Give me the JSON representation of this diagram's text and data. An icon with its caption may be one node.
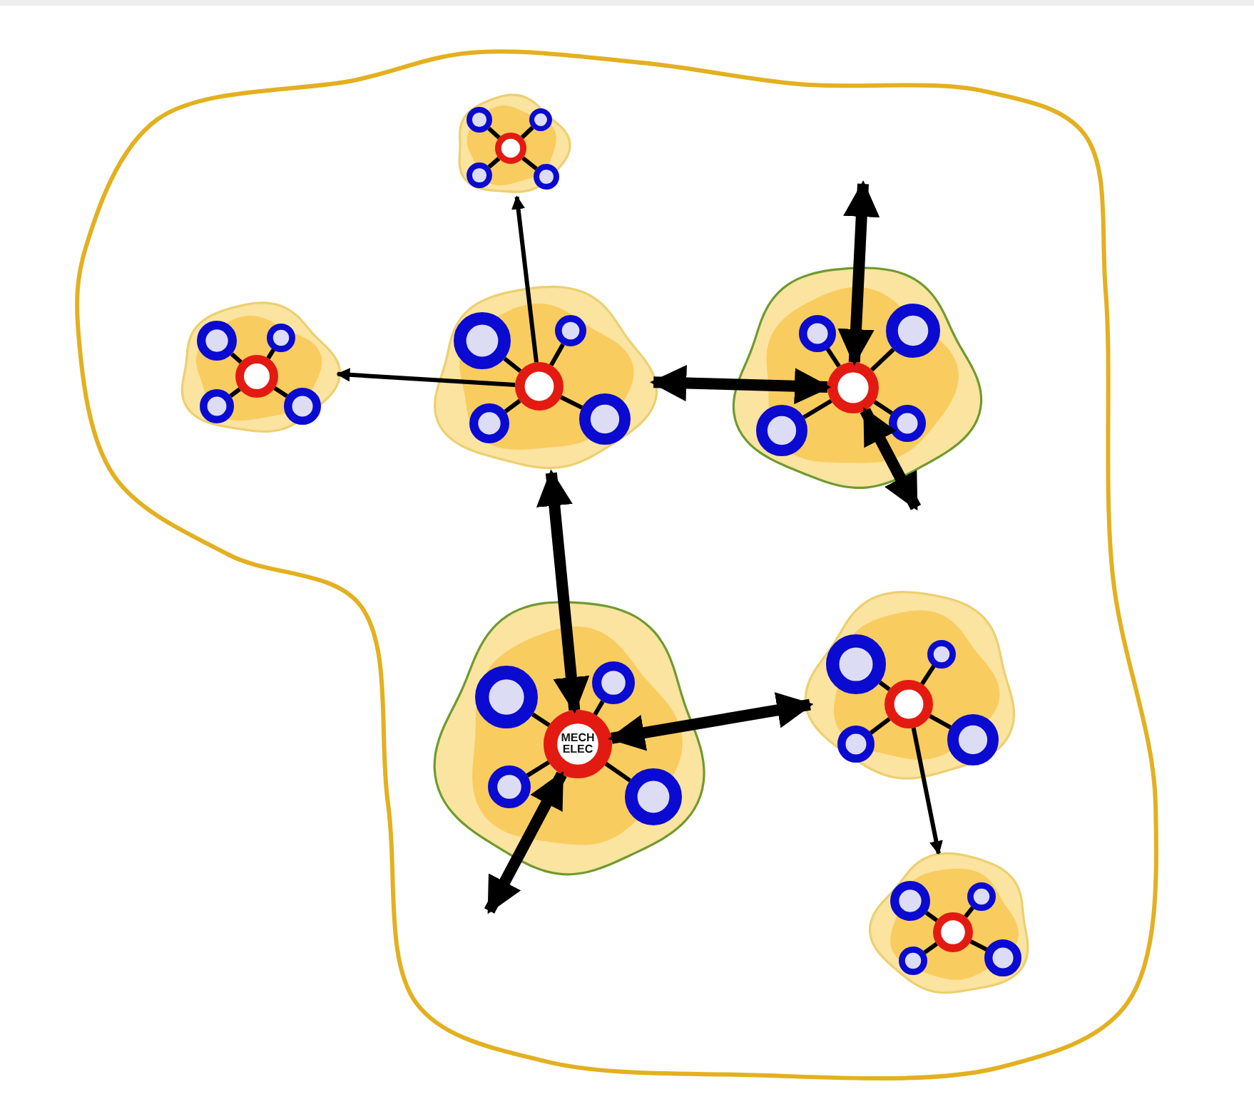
{
  "diagram": {
    "nodes": [
      {
        "text": [],
        "shape": "cloud"
      },
      {
        "text": [],
        "shape": "cloud",
        "in": 0
      },
      {
        "text": [],
        "shape": "circle",
        "in": 1
      },
      {
        "text": [],
        "shape": "circle",
        "in": 1
      },
      {
        "text": [],
        "shape": "circle",
        "in": 1
      },
      {
        "text": [],
        "shape": "circle",
        "in": 1
      },
      {
        "text": [],
        "shape": "circle",
        "in": 1
      },
      {
        "text": [],
        "shape": "cloud",
        "in": 0
      },
      {
        "text": [],
        "shape": "circle",
        "in": 7
      },
      {
        "text": [],
        "shape": "circle",
        "in": 7
      },
      {
        "text": [],
        "shape": "circle",
        "in": 7
      },
      {
        "text": [],
        "shape": "circle",
        "in": 7
      },
      {
        "text": [],
        "shape": "circle",
        "in": 7
      },
      {
        "text": [],
        "shape": "cloud",
        "in": 0
      },
      {
        "text": [],
        "shape": "circle",
        "in": 13
      },
      {
        "text": [],
        "shape": "circle",
        "in": 13
      },
      {
        "text": [],
        "shape": "circle",
        "in": 13
      },
      {
        "text": [],
        "shape": "circle",
        "in": 13
      },
      {
        "text": [],
        "shape": "circle",
        "in": 13
      },
      {
        "text": [],
        "shape": "cloud",
        "in": 0
      },
      {
        "text": [],
        "shape": "circle",
        "in": 19
      },
      {
        "text": [],
        "shape": "circle",
        "in": 19
      },
      {
        "text": [],
        "shape": "circle",
        "in": 19
      },
      {
        "text": [],
        "shape": "circle",
        "in": 19
      },
      {
        "text": [],
        "shape": "circle",
        "in": 19
      },
      {
        "text": [],
        "shape": "cloud",
        "in": 0
      },
      {
        "text": [
          "MECH ELEC"
        ],
        "in": 25
      },
      {
        "text": [],
        "shape": "circle",
        "in": 25
      },
      {
        "text": [],
        "shape": "circle",
        "in": 25
      },
      {
        "text": [],
        "shape": "circle",
        "in": 25
      },
      {
        "text": [],
        "shape": "circle",
        "in": 25
      },
      {
        "text": [],
        "shape": "cloud",
        "in": 0
      },
      {
        "text": [],
        "shape": "circle",
        "in": 31
      },
      {
        "text": [],
        "shape": "circle",
        "in": 31
      },
      {
        "text": [],
        "shape": "circle",
        "in": 31
      },
      {
        "text": [],
        "shape": "circle",
        "in": 31
      },
      {
        "text": [],
        "shape": "circle",
        "in": 31
      },
      {
        "text": [],
        "shape": "cloud",
        "in": 0
      },
      {
        "text": [],
        "shape": "circle",
        "in": 37
      },
      {
        "text": [],
        "shape": "circle",
        "in": 37
      },
      {
        "text": [],
        "shape": "circle",
        "in": 37
      },
      {
        "text": [],
        "shape": "circle",
        "in": 37
      },
      {
        "text": [],
        "shape": "circle",
        "in": 37
      }
    ],
    "edges": [
      {
        "from": 14,
        "to": 1,
        "arrow": "to"
      },
      {
        "from": 14,
        "to": 7,
        "arrow": "to"
      },
      {
        "from": 20,
        "to": 13,
        "arrow": "both",
        "style": "thick"
      },
      {
        "from": 20,
        "to": null,
        "arrow": "both",
        "style": "thick"
      },
      {
        "from": 20,
        "to": null,
        "arrow": "both",
        "style": "thick"
      },
      {
        "from": 26,
        "to": 13,
        "arrow": "both",
        "style": "thick"
      },
      {
        "from": 26,
        "to": 31,
        "arrow": "both",
        "style": "thick"
      },
      {
        "from": 26,
        "to": null,
        "arrow": "both",
        "style": "thick"
      },
      {
        "from": 32,
        "to": 37,
        "arrow": "to"
      },
      {
        "from": 2,
        "to": 3,
        "arrow": "none"
      },
      {
        "from": 2,
        "to": 4,
        "arrow": "none"
      },
      {
        "from": 2,
        "to": 5,
        "arrow": "none"
      },
      {
        "from": 2,
        "to": 6,
        "arrow": "none"
      },
      {
        "from": 8,
        "to": 9,
        "arrow": "none"
      },
      {
        "from": 8,
        "to": 10,
        "arrow": "none"
      },
      {
        "from": 8,
        "to": 11,
        "arrow": "none"
      },
      {
        "from": 8,
        "to": 12,
        "arrow": "none"
      },
      {
        "from": 14,
        "to": 15,
        "arrow": "none"
      },
      {
        "from": 14,
        "to": 16,
        "arrow": "none"
      },
      {
        "from": 14,
        "to": 17,
        "arrow": "none"
      },
      {
        "from": 14,
        "to": 18,
        "arrow": "none"
      },
      {
        "from": 20,
        "to": 21,
        "arrow": "none"
      },
      {
        "from": 20,
        "to": 22,
        "arrow": "none"
      },
      {
        "from": 20,
        "to": 23,
        "arrow": "none"
      },
      {
        "from": 20,
        "to": 24,
        "arrow": "none"
      },
      {
        "from": 26,
        "to": 27,
        "arrow": "none"
      },
      {
        "from": 26,
        "to": 28,
        "arrow": "none"
      },
      {
        "from": 26,
        "to": 29,
        "arrow": "none"
      },
      {
        "from": 26,
        "to": 30,
        "arrow": "none"
      },
      {
        "from": 32,
        "to": 33,
        "arrow": "none"
      },
      {
        "from": 32,
        "to": 34,
        "arrow": "none"
      },
      {
        "from": 32,
        "to": 35,
        "arrow": "none"
      },
      {
        "from": 32,
        "to": 36,
        "arrow": "none"
      },
      {
        "from": 38,
        "to": 39,
        "arrow": "none"
      },
      {
        "from": 38,
        "to": 40,
        "arrow": "none"
      },
      {
        "from": 38,
        "to": 41,
        "arrow": "none"
      },
      {
        "from": 38,
        "to": 42,
        "arrow": "none"
      }
    ]
  }
}
